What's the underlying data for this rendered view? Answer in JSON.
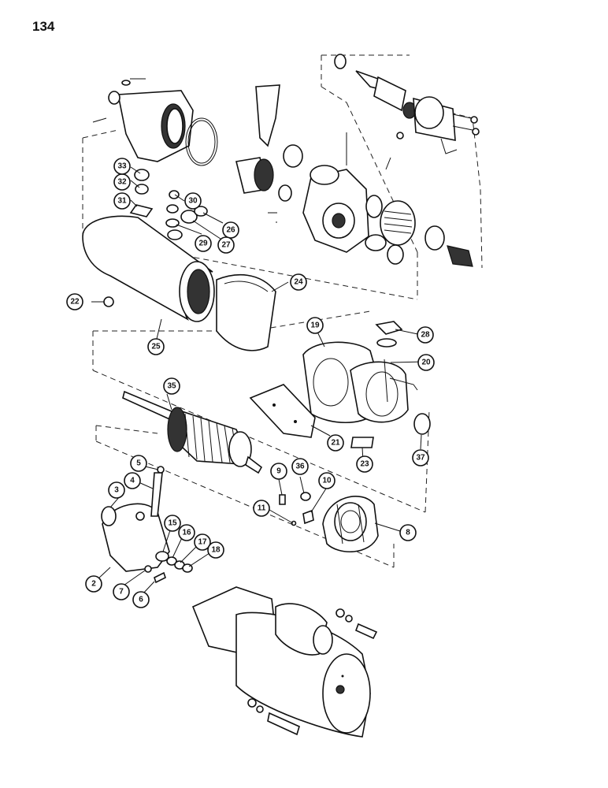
{
  "page": {
    "number": "134"
  },
  "callouts": [
    {
      "id": "2",
      "label": "2"
    },
    {
      "id": "3",
      "label": "3"
    },
    {
      "id": "4",
      "label": "4"
    },
    {
      "id": "5",
      "label": "5"
    },
    {
      "id": "6",
      "label": "6"
    },
    {
      "id": "7",
      "label": "7"
    },
    {
      "id": "8",
      "label": "8"
    },
    {
      "id": "9",
      "label": "9"
    },
    {
      "id": "10",
      "label": "10"
    },
    {
      "id": "11",
      "label": "11"
    },
    {
      "id": "15",
      "label": "15"
    },
    {
      "id": "16",
      "label": "16"
    },
    {
      "id": "17",
      "label": "17"
    },
    {
      "id": "18",
      "label": "18"
    },
    {
      "id": "19",
      "label": "19"
    },
    {
      "id": "20",
      "label": "20"
    },
    {
      "id": "21",
      "label": "21"
    },
    {
      "id": "22",
      "label": "22"
    },
    {
      "id": "23",
      "label": "23"
    },
    {
      "id": "24",
      "label": "24"
    },
    {
      "id": "25",
      "label": "25"
    },
    {
      "id": "26",
      "label": "26"
    },
    {
      "id": "27",
      "label": "27"
    },
    {
      "id": "28",
      "label": "28"
    },
    {
      "id": "29",
      "label": "29"
    },
    {
      "id": "30",
      "label": "30"
    },
    {
      "id": "31",
      "label": "31"
    },
    {
      "id": "32",
      "label": "32"
    },
    {
      "id": "33",
      "label": "33"
    },
    {
      "id": "35",
      "label": "35"
    },
    {
      "id": "36",
      "label": "36"
    },
    {
      "id": "37",
      "label": "37"
    }
  ]
}
